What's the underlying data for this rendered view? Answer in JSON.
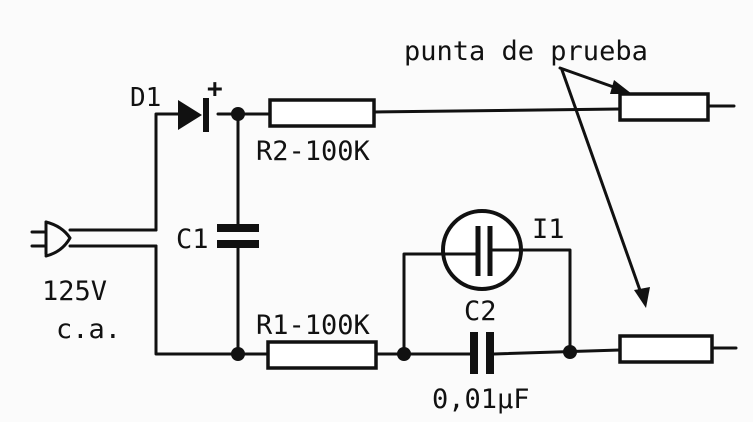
{
  "labels": {
    "probe": "punta de prueba",
    "d1": "D1",
    "plus": "+",
    "r2": "R2-100K",
    "c1": "C1",
    "i1": "I1",
    "r1": "R1-100K",
    "c2": "C2",
    "c2_value": "0,01µF",
    "voltage": "125V",
    "ac": "c.a."
  },
  "colors": {
    "ink": "#111111",
    "paper": "#fbfbfb"
  }
}
